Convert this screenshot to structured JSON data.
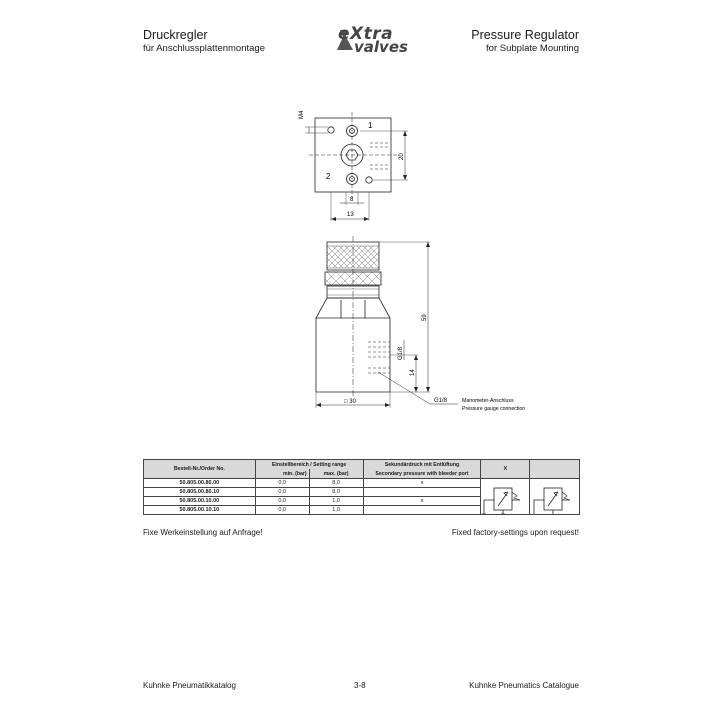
{
  "header": {
    "title_de": "Druckregler",
    "subtitle_de": "für Anschlussplattenmontage",
    "title_en": "Pressure Regulator",
    "subtitle_en": "for Subplate Mounting",
    "logo_line1": "eXtra",
    "logo_line2": "valves"
  },
  "drawing": {
    "port1": "1",
    "port2": "2",
    "thread": "M4",
    "dim_20": "20",
    "dim_8": "8",
    "dim_13": "13",
    "dim_59": "59",
    "dim_g18_side": "G1/8",
    "dim_14": "14",
    "dim_30": "□ 30",
    "gauge_thread": "G1/8",
    "gauge_de": "Manometer-Anschluss",
    "gauge_en": "Pressure gauge connection"
  },
  "table": {
    "headers": {
      "order_no": "Bestell-Nr./Order No.",
      "range": "Einstellbereich / Setting range",
      "min": "min. (bar)",
      "max": "max. (bar)",
      "secondary_de": "Sekundärdruck mit Entlüftung",
      "secondary_en": "Secondary pressure with bleeder port",
      "x": "X"
    },
    "rows": [
      {
        "order": "50.805.00.80.00",
        "min": "0,0",
        "max": "8,0",
        "sec": "x"
      },
      {
        "order": "50.805.00.80.10",
        "min": "0,0",
        "max": "8,0",
        "sec": ""
      },
      {
        "order": "50.805.00.10.00",
        "min": "0,0",
        "max": "1,0",
        "sec": "x"
      },
      {
        "order": "50.805.00.10.10",
        "min": "0,0",
        "max": "1,0",
        "sec": ""
      }
    ]
  },
  "notes": {
    "de": "Fixe Werkeinstellung auf Anfrage!",
    "en": "Fixed factory-settings upon request!"
  },
  "footer": {
    "left": "Kuhnke Pneumatikkatalog",
    "center": "3-8",
    "right": "Kuhnke Pneumatics Catalogue"
  }
}
